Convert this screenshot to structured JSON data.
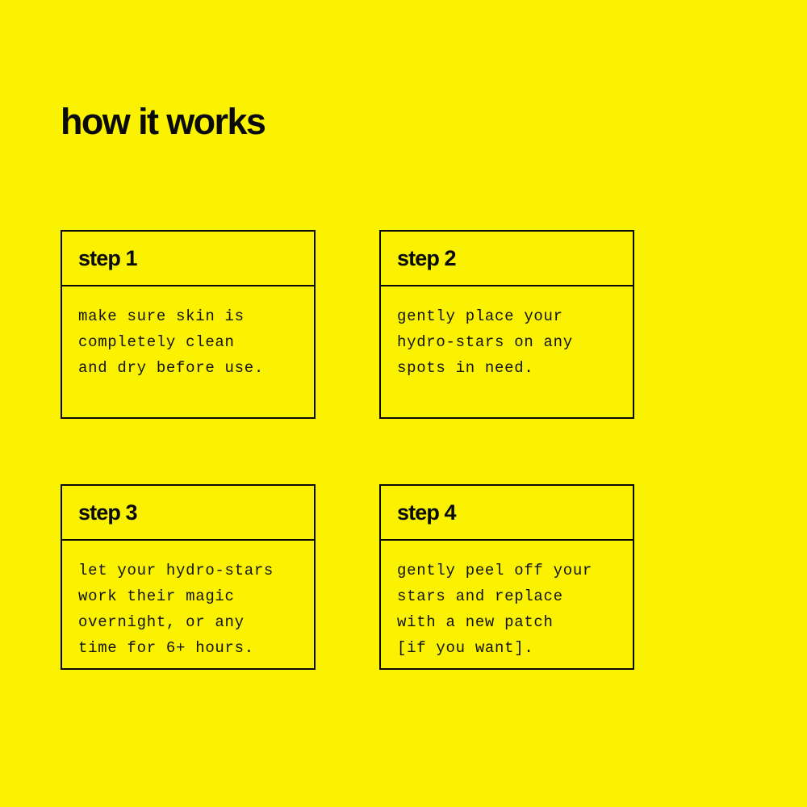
{
  "theme": {
    "background": "#faf200",
    "ink": "#0a0a0a"
  },
  "header": {
    "title": "how it works"
  },
  "steps": [
    {
      "title": "step 1",
      "lines": [
        "make sure skin is",
        "completely clean",
        "and dry before use."
      ]
    },
    {
      "title": "step 2",
      "lines": [
        "gently place your",
        "hydro-stars on any",
        "spots in need."
      ]
    },
    {
      "title": "step 3",
      "lines": [
        "let your hydro-stars",
        "work their magic",
        "overnight, or any",
        "time for 6+ hours."
      ]
    },
    {
      "title": "step 4",
      "lines": [
        "gently peel off your",
        "stars and replace",
        "with a new patch",
        "[if you want]."
      ]
    }
  ]
}
